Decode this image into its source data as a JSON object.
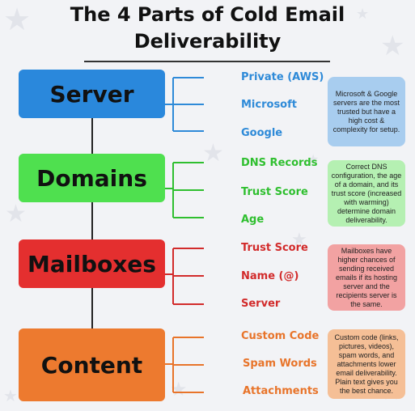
{
  "title": {
    "line1": "The 4 Parts of Cold Email",
    "line2": "Deliverability"
  },
  "colors": {
    "server": "#2a88dc",
    "server_accent": "#2e8ad8",
    "server_note": "#a8cdef",
    "domains": "#4fe04f",
    "domains_accent": "#2fbf2f",
    "domains_note": "#b5f0b2",
    "mailboxes": "#e42f2f",
    "mailboxes_accent": "#d22b2b",
    "mailboxes_note": "#f2a2a2",
    "content": "#ed7a2f",
    "content_accent": "#e8742a",
    "content_note": "#f5bf96"
  },
  "sections": {
    "server": {
      "label": "Server",
      "items": [
        "Private (AWS)",
        "Microsoft",
        "Google"
      ],
      "note": "Microsoft & Google servers are the most trusted but have a high cost & complexity for setup."
    },
    "domains": {
      "label": "Domains",
      "items": [
        "DNS Records",
        "Trust Score",
        "Age"
      ],
      "note": "Correct DNS configuration, the age of a domain, and its trust score (increased with warming) determine domain deliverability."
    },
    "mailboxes": {
      "label": "Mailboxes",
      "items": [
        "Trust Score",
        "Name (@)",
        "Server"
      ],
      "note": "Mailboxes have higher chances of sending received emails if its hosting server and the recipients server is the same."
    },
    "content": {
      "label": "Content",
      "items": [
        "Custom Code",
        "Spam Words",
        "Attachments"
      ],
      "note": "Custom code (links, pictures, videos), spam words, and attachments lower email deliverability. Plain text gives you the best chance."
    }
  }
}
